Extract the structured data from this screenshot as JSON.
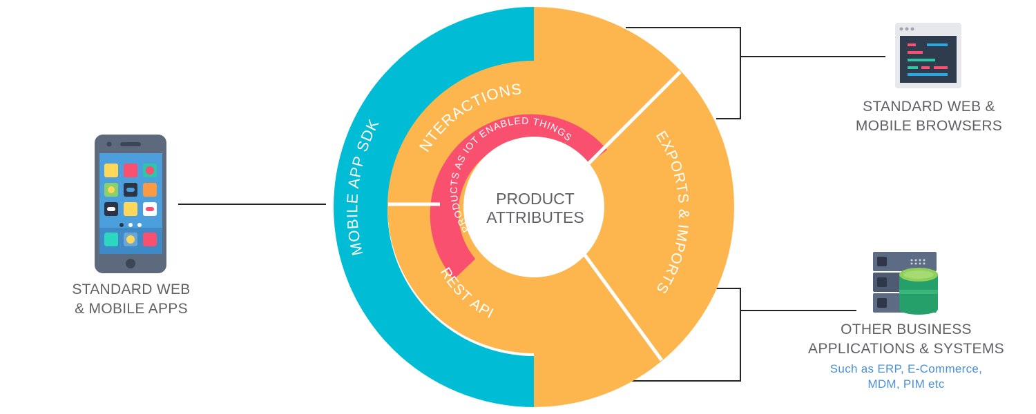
{
  "colors": {
    "teal": "#00bcd4",
    "orange": "#fdb64e",
    "pink": "#f9506f",
    "connector": "#222222",
    "caption_gray": "#5f6062",
    "caption_blue": "#4a90d9"
  },
  "center": {
    "line1": "PRODUCT",
    "line2": "ATTRIBUTES"
  },
  "ring_labels": {
    "iot": "PRODUCTS AS IOT ENABLED THINGS",
    "interactions": "INTERACTIONS",
    "rest_api": "REST API",
    "exports_imports": "EXPORTS & IMPORTS",
    "mobile_sdk": "MOBILE APP SDK"
  },
  "left": {
    "line1": "STANDARD WEB",
    "line2": "& MOBILE APPS",
    "icon": "smartphone-icon"
  },
  "top_right": {
    "line1": "STANDARD WEB &",
    "line2": "MOBILE BROWSERS",
    "icon": "browser-window-icon"
  },
  "bottom_right": {
    "line1": "OTHER BUSINESS",
    "line2": "APPLICATIONS & SYSTEMS",
    "sub1": "Such as ERP, E-Commerce,",
    "sub2": "MDM, PIM etc",
    "icon": "server-database-icon"
  }
}
